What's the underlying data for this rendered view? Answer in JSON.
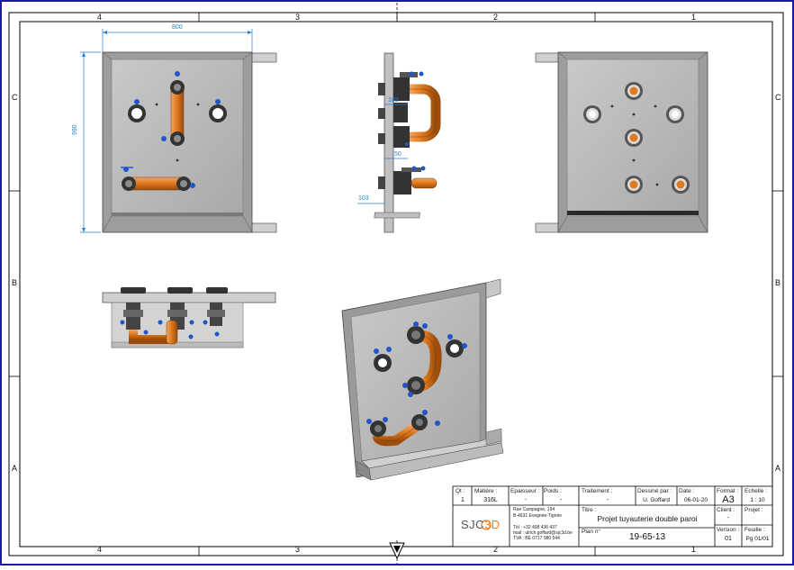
{
  "border": {
    "columns_top": [
      "4",
      "3",
      "2",
      "1"
    ],
    "columns_bottom": [
      "4",
      "3",
      "2",
      "1"
    ],
    "rows_left": [
      "C",
      "B",
      "A"
    ],
    "rows_right": [
      "C",
      "B",
      "A"
    ]
  },
  "dimensions": {
    "width_label": "800",
    "height_label": "990",
    "side_a": "103",
    "side_b": "103",
    "side_c": "50"
  },
  "title_block": {
    "qty_label": "Qt :",
    "qty_value": "1",
    "material_label": "Matière :",
    "material_value": "316L",
    "thickness_label": "Epaisseur :",
    "thickness_value": "-",
    "weight_label": "Poids :",
    "weight_value": "-",
    "treatment_label": "Traitement :",
    "treatment_value": "-",
    "drawn_by_label": "Dessiné par :",
    "drawn_by_value": "U. Goffard",
    "date_label": "Date :",
    "date_value": "06-01-20",
    "format_label": "Format :",
    "format_value": "A3",
    "scale_label": "Echelle :",
    "scale_value": "1 : 10",
    "logo_text_a": "SJC",
    "logo_text_b": "3D",
    "address_line1": "Rue Campagne, 194",
    "address_line2": "B-4631 Evegnée-Tignée",
    "phone": "Tél : +32 498 436 437",
    "mail": "mail : ulrich.goffard@sjc3d.be",
    "vat": "TVA : BE 0717 980 544",
    "title_label": "Titre :",
    "title_value": "Projet tuyauterie double paroi",
    "plan_label": "Plan n°",
    "plan_value": "19-65-13",
    "client_label": "Client :",
    "client_value": "-",
    "project_label": "Projet :",
    "project_value": "",
    "version_label": "Version :",
    "version_value": "01",
    "sheet_label": "Feuille :",
    "sheet_value": "Pg 01/01"
  },
  "colors": {
    "frame_blue": "#1a1aa0",
    "dimension_blue": "#2a7fd4",
    "plate_grey": "#b8b8b8",
    "plate_dark": "#8a8a8a",
    "copper": "#e07a1f",
    "fitting_blue": "#2255cc",
    "logo_orange": "#f07a1a"
  }
}
